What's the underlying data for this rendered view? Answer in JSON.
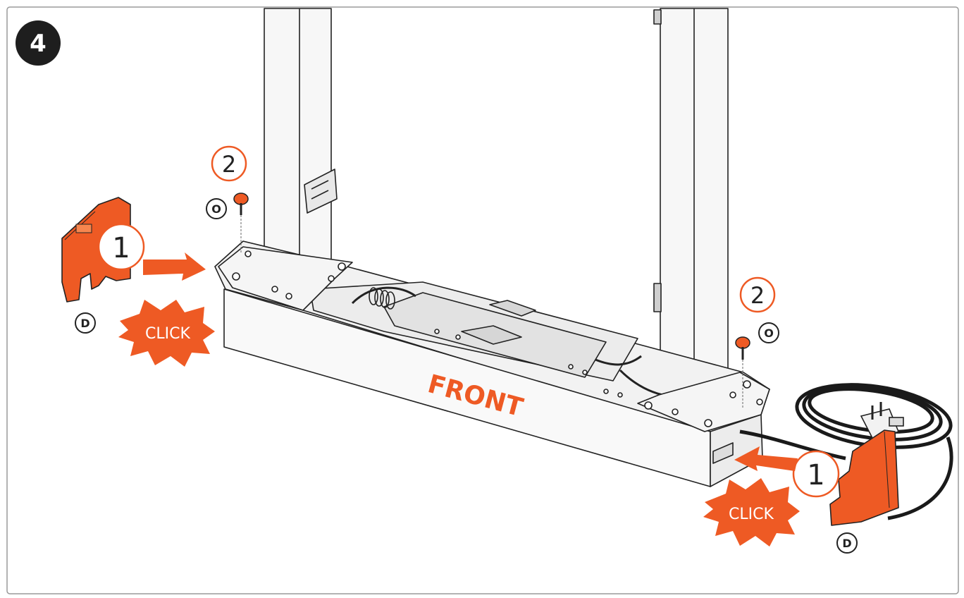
{
  "step_badge": "4",
  "callouts": {
    "left_part_step": "1",
    "right_part_step": "1",
    "left_screw_step": "2",
    "right_screw_step": "2"
  },
  "part_labels": {
    "left_cover": "D",
    "right_cover": "D",
    "left_screw": "O",
    "right_screw": "O"
  },
  "click_labels": {
    "left": "CLICK",
    "right": "CLICK"
  },
  "front_label": "FRONT",
  "colors": {
    "accent_orange": "#ee5a24",
    "outline": "#222222",
    "frame_fill": "#f4f4f4",
    "badge_fill": "#1e1e1e"
  }
}
